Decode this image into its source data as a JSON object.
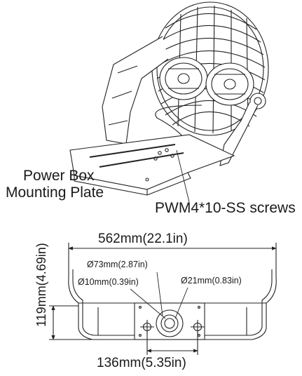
{
  "top_view": {
    "label_power_box_line1": "Power Box",
    "label_power_box_line2": "Mounting Plate",
    "label_screws": "PWM4*10-SS screws"
  },
  "bottom_view": {
    "width_dimension": "562mm(22.1in)",
    "height_dimension": "119mm(4.69in)",
    "hole_spacing_dimension": "136mm(5.35in)",
    "center_hole_diameter": "Ø73mm(2.87in)",
    "small_hole_diameter": "Ø10mm(0.39in)",
    "cable_hole_diameter": "Ø21mm(0.83in)"
  },
  "colors": {
    "line": "#222222",
    "background": "#ffffff"
  }
}
